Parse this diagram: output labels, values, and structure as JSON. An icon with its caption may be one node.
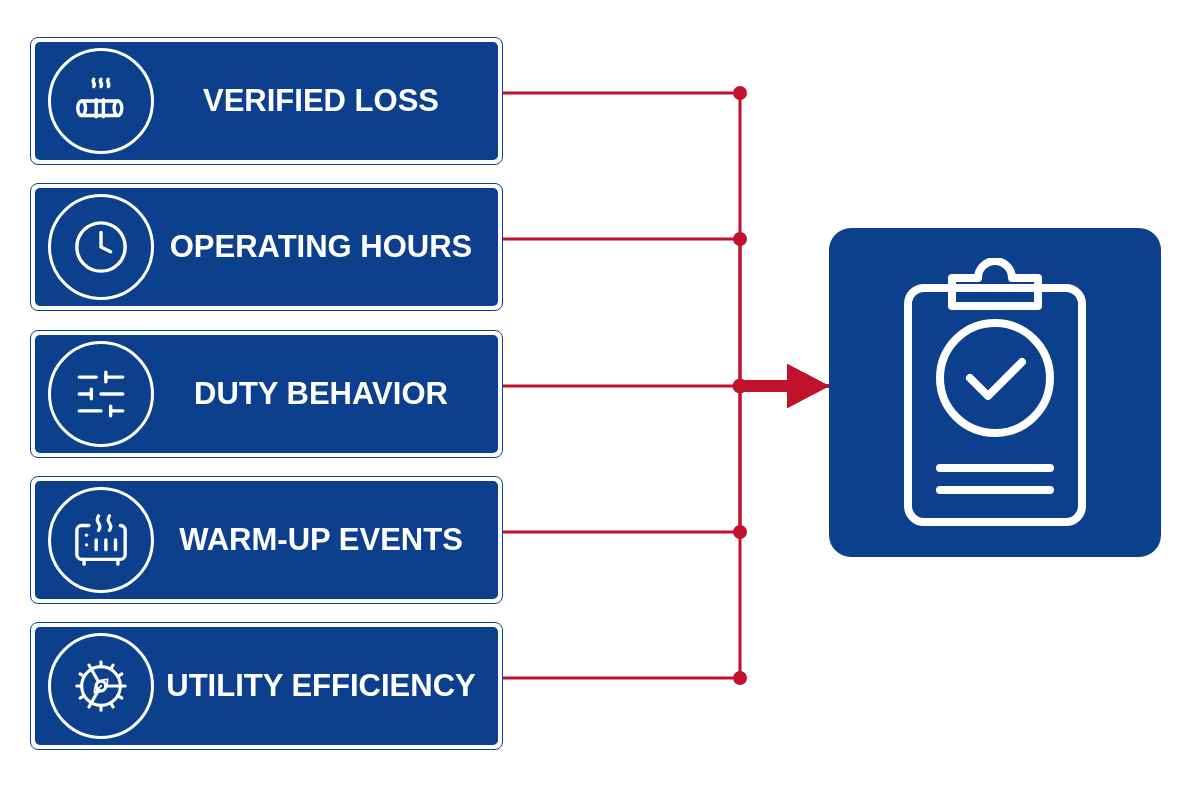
{
  "diagram": {
    "nodes": [
      {
        "text": [
          "VERIFIED LOSS"
        ]
      },
      {
        "text": [
          "OPERATING HOURS"
        ]
      },
      {
        "text": [
          "DUTY BEHAVIOR"
        ]
      },
      {
        "text": [
          "WARM-UP EVENTS"
        ]
      },
      {
        "text": [
          "UTILITY EFFICIENCY"
        ]
      },
      {
        "text": [],
        "shape": "box"
      }
    ],
    "edges": [
      {
        "from": 0,
        "to": 5,
        "arrow": "to"
      },
      {
        "from": 1,
        "to": 5,
        "arrow": "to"
      },
      {
        "from": 2,
        "to": 5,
        "arrow": "to"
      },
      {
        "from": 3,
        "to": 5,
        "arrow": "to"
      },
      {
        "from": 4,
        "to": 5,
        "arrow": "to"
      }
    ]
  }
}
